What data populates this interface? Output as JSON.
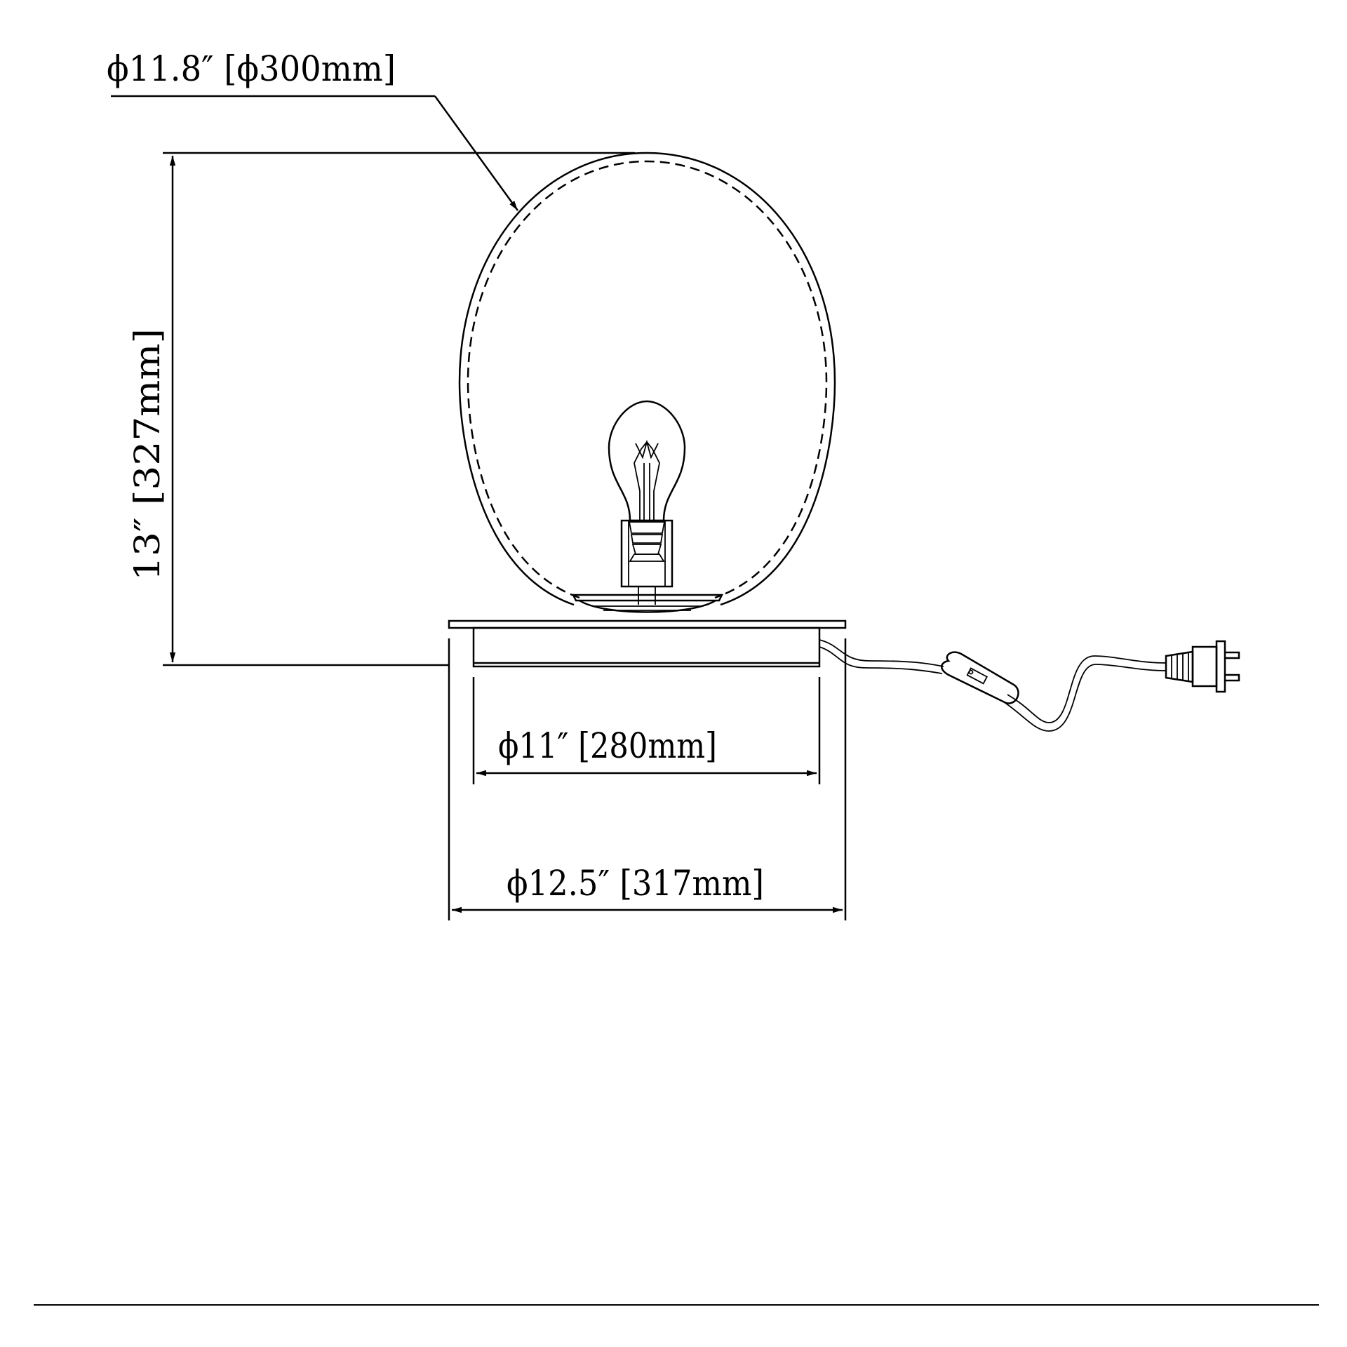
{
  "drawing": {
    "dimensions": {
      "shade_diameter": "ϕ11.8″ [ϕ300mm]",
      "height": "13″ [327mm]",
      "base_inner_diameter": "ϕ11″ [280mm]",
      "base_outer_diameter": "ϕ12.5″ [317mm]"
    }
  },
  "colors": {
    "line": "#000000",
    "background": "#ffffff"
  },
  "icons": {
    "bulb": "light-bulb-icon",
    "plug": "power-plug-icon",
    "switch": "inline-switch-icon"
  }
}
